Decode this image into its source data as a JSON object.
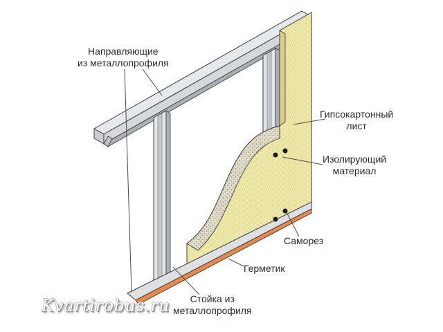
{
  "labels": {
    "guides": {
      "line1": "Направляющие",
      "line2": "из металлопрофиля"
    },
    "drywall": {
      "line1": "Гипсокартонный",
      "line2": "лист"
    },
    "insulation": {
      "line1": "Изолирующий",
      "line2": "материал"
    },
    "screw": {
      "line1": "Саморез"
    },
    "sealant": {
      "line1": "Герметик"
    },
    "stud": {
      "line1": "Стойка из",
      "line2": "металлопрофиля"
    }
  },
  "watermark": "Kvartirobus.ru",
  "colors": {
    "drywall": "#ece6a7",
    "drywall_dark": "#d9cf86",
    "metal": "#dde1e4",
    "metal_dark": "#9aa1a6",
    "sealant": "#e9884a",
    "insulation": "#d8d2b8",
    "outline": "#3a3a3a"
  }
}
